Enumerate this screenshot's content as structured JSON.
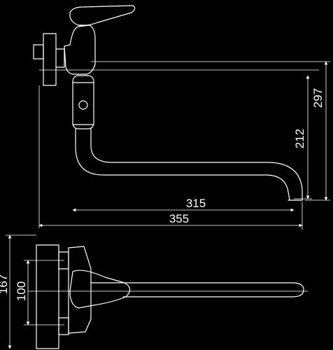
{
  "drawing": {
    "top_view": {
      "dim_width_spout": "315",
      "dim_width_total": "355",
      "dim_height_spout": "212",
      "dim_height_total": "297"
    },
    "side_view": {
      "dim_height_total": "167",
      "dim_height_inner": "100"
    }
  }
}
